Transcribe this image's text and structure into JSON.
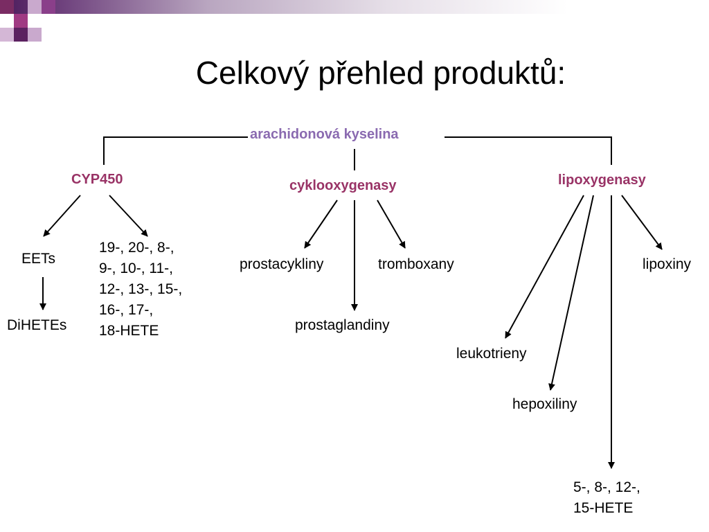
{
  "slide": {
    "title": "Celkový přehled produktů:",
    "root": "arachidonová kyselina",
    "enzymes": {
      "cyp450": "CYP450",
      "cox": "cyklooxygenasy",
      "lox": "lipoxygenasy"
    },
    "products": {
      "eets": "EETs",
      "dihetes": "DiHETEs",
      "hete_cyp": [
        "19-, 20-, 8-,",
        "9-, 10-, 11-,",
        "12-, 13-, 15-,",
        "16-, 17-,",
        "18-HETE"
      ],
      "prostacykliny": "prostacykliny",
      "tromboxany": "tromboxany",
      "prostaglandiny": "prostaglandiny",
      "lipoxiny": "lipoxiny",
      "leukotrieny": "leukotrieny",
      "hepoxiliny": "hepoxiliny",
      "hete_lox": [
        "5-, 8-, 12-,",
        "15-HETE"
      ]
    }
  },
  "colors": {
    "root": "#8a6ab0",
    "enzyme": "#993366",
    "banner": "#4a1a5a"
  }
}
